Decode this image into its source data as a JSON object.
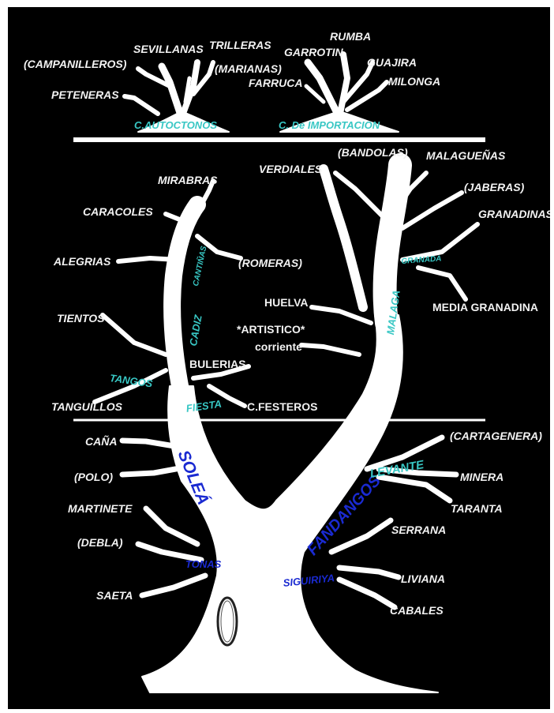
{
  "top_crowns": {
    "autoctonos": {
      "title": "C.AUTOCTONOS",
      "branches": [
        "(CAMPANILLEROS)",
        "SEVILLANAS",
        "TRILLERAS",
        "(MARIANAS)",
        "PETENERAS"
      ]
    },
    "importacion": {
      "title": "C. De IMPORTACION",
      "branches": [
        "RUMBA",
        "GARROTIN",
        "GUAJIRA",
        "MILONGA",
        "FARRUCA"
      ]
    }
  },
  "left_branch": {
    "groups": {
      "cantinas": "CANTIÑAS",
      "cadiz": "CADIZ",
      "tangos": "TANGOS",
      "fiesta": "FIESTA"
    },
    "leaves": {
      "mirabras": "MIRABRAS",
      "caracoles": "CARACOLES",
      "alegrias": "ALEGRIAS",
      "romeras": "(ROMERAS)",
      "tientos": "TIENTOS",
      "tanguillos": "TANGUILLOS",
      "bulerias": "BULERIAS",
      "festeros": "C.FESTEROS"
    }
  },
  "right_branch": {
    "groups": {
      "malaga": "MALAGA",
      "granada": "GRANADA"
    },
    "leaves": {
      "verdiales": "VERDIALES",
      "bandolas": "(BANDOLAS)",
      "malaguenas": "MALAGUEÑAS",
      "jaberas": "(JABERAS)",
      "granadinas": "GRANADINAS",
      "media_granadina": "MEDIA GRANADINA",
      "huelva": "HUELVA",
      "artistico": "*ARTISTICO*",
      "corriente": "corriente"
    }
  },
  "trunk": {
    "solea": "SOLEÁ",
    "fandangos": "FANDANGOS",
    "tonas": "TONAS",
    "siguiriya": "SIGUIRIYA",
    "levante": "LEVANTE",
    "leaves_left": [
      "CAÑA",
      "(POLO)",
      "MARTINETE",
      "(DEBLA)",
      "SAETA"
    ],
    "leaves_right": [
      "(CARTAGENERA)",
      "MINERA",
      "TARANTA",
      "SERRANA",
      "LIVIANA",
      "CABALES"
    ]
  },
  "colors": {
    "background": "#000000",
    "tree": "#ffffff",
    "leaf_text": "#f2f2f2",
    "group_text": "#38c7c4",
    "main_text": "#1a2ad1"
  }
}
